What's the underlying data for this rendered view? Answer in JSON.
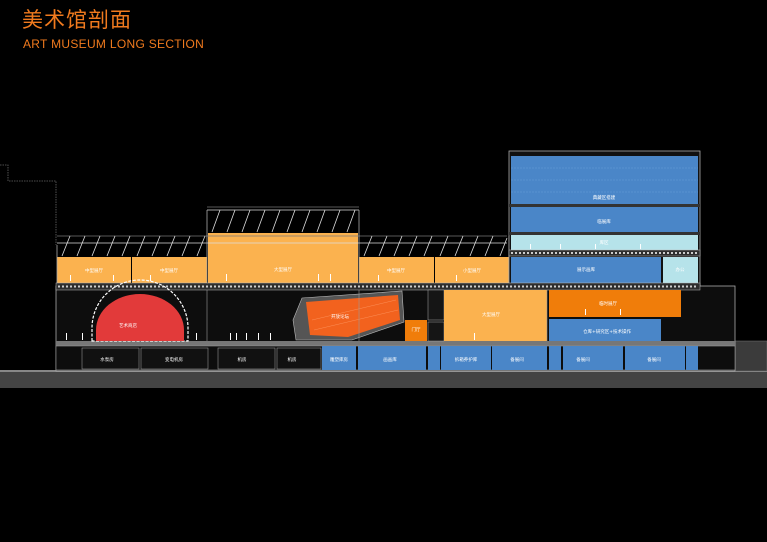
{
  "title": "美术馆剖面",
  "subtitle": "ART MUSEUM LONG SECTION",
  "colors": {
    "orange_light": "#fbb24f",
    "orange": "#f07d0a",
    "orange_red": "#f2621e",
    "red": "#e23a3a",
    "blue": "#4a86c8",
    "light_cyan": "#b6e3ea",
    "title": "#f07a1e"
  },
  "rooms": {
    "mid_hall_1": "中型展厅",
    "mid_hall_2": "中型展厅",
    "large_hall_top": "大型展厅",
    "mid_hall_3": "中型展厅",
    "small_hall": "小型展厅",
    "collection": "典藏区搭建",
    "temp_store": "临展库",
    "upper_strip": "库区",
    "exhibit_store": "展示画库",
    "right_small": "办公",
    "art_shop": "艺术商店",
    "forum": "开放论坛",
    "lobby": "门厅",
    "large_hall_mid": "大型展厅",
    "temp_hall": "临时展厅",
    "tech_ops": "仓库+研究区+技术操作",
    "water_pump": "水泵房",
    "power": "变电机房",
    "machine_1": "机房",
    "machine_2": "机房",
    "sculpture_store": "雕塑库房",
    "painting_store": "画画库",
    "unpack": "拆箱养护库",
    "standby_1": "备展间",
    "standby_2": "备展间",
    "standby_3": "备展间"
  }
}
